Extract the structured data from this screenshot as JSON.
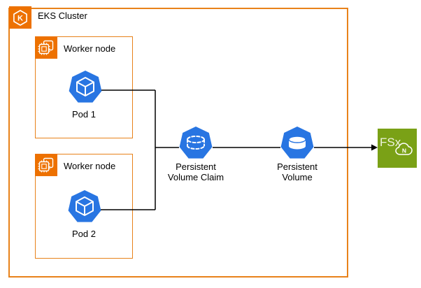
{
  "diagram": {
    "cluster": {
      "label": "EKS Cluster",
      "icon": "eks-icon",
      "icon_letter": "K"
    },
    "worker_nodes": [
      {
        "label": "Worker node",
        "icon": "compute-chip-icon",
        "pod": {
          "label": "Pod 1",
          "icon": "k8s-pod-icon"
        }
      },
      {
        "label": "Worker node",
        "icon": "compute-chip-icon",
        "pod": {
          "label": "Pod 2",
          "icon": "k8s-pod-icon"
        }
      }
    ],
    "pvc": {
      "label_lines": [
        "Persistent",
        "Volume Claim"
      ],
      "icon": "k8s-persistent-volume-claim-icon"
    },
    "pv": {
      "label_lines": [
        "Persistent",
        "Volume"
      ],
      "icon": "k8s-persistent-volume-icon"
    },
    "fsx": {
      "label": "FSx",
      "cloud_letter": "N",
      "icon": "fsx-netapp-ontap-icon"
    },
    "connections": [
      {
        "from": "pod-1",
        "to": "junction",
        "arrow": false
      },
      {
        "from": "pod-2",
        "to": "junction",
        "arrow": false
      },
      {
        "from": "junction",
        "to": "persistent-volume-claim",
        "arrow": false
      },
      {
        "from": "persistent-volume-claim",
        "to": "persistent-volume",
        "arrow": false
      },
      {
        "from": "persistent-volume",
        "to": "fsx",
        "arrow": true
      }
    ],
    "colors": {
      "aws_orange": "#e8821a",
      "icon_orange_fill": "#ed7100",
      "k8s_blue": "#2875e2",
      "fsx_green": "#7aa116",
      "edge_black": "#000000",
      "text": "#000000",
      "background": "#ffffff"
    }
  }
}
